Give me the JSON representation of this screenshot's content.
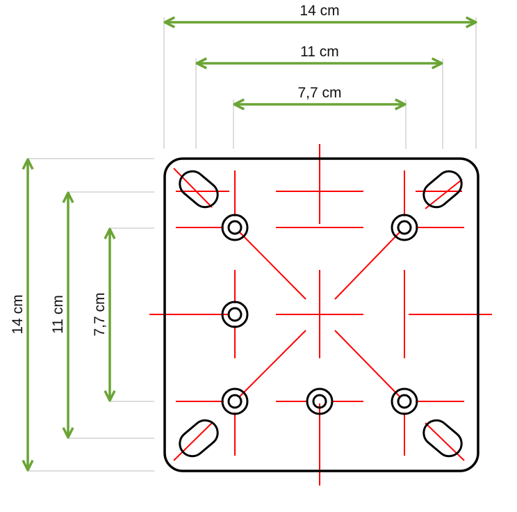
{
  "dimensions": {
    "horizontal": [
      {
        "label": "14 cm",
        "value_cm": 14
      },
      {
        "label": "11 cm",
        "value_cm": 11
      },
      {
        "label": "7,7 cm",
        "value_cm": 7.7
      }
    ],
    "vertical": [
      {
        "label": "14 cm",
        "value_cm": 14
      },
      {
        "label": "11 cm",
        "value_cm": 11
      },
      {
        "label": "7,7 cm",
        "value_cm": 7.7
      }
    ]
  },
  "colors": {
    "dimension": "#6aa434",
    "centerline": "#ff0000",
    "outline": "#000000",
    "extension": "#bbbbbb"
  }
}
